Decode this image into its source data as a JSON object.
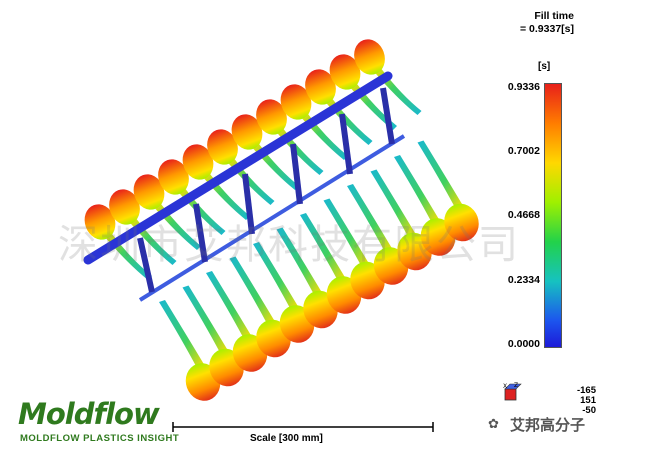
{
  "header": {
    "title": "Fill time",
    "value": "= 0.9337[s]"
  },
  "legend": {
    "unit": "[s]",
    "ticks": [
      "0.9336",
      "0.7002",
      "0.4668",
      "0.2334",
      "0.0000"
    ]
  },
  "axes_readout": {
    "x": "-165",
    "y": "151",
    "z": "-50",
    "icon": "xyz-axes-icon"
  },
  "scale": {
    "label": "Scale [300 mm]"
  },
  "branding": {
    "logo": "Moldflow",
    "subtitle": "MOLDFLOW PLASTICS INSIGHT"
  },
  "watermark": {
    "text": "深圳市艾邦科技有限公司"
  },
  "wechat": {
    "icon": "wechat-icon",
    "label": "艾邦高分子"
  },
  "colors": {
    "runner": "#2a34d6",
    "fill_late": "#e8201a",
    "fill_mid": "#ffd800",
    "fill_early": "#16c2c0",
    "brand": "#2f7a1e"
  }
}
